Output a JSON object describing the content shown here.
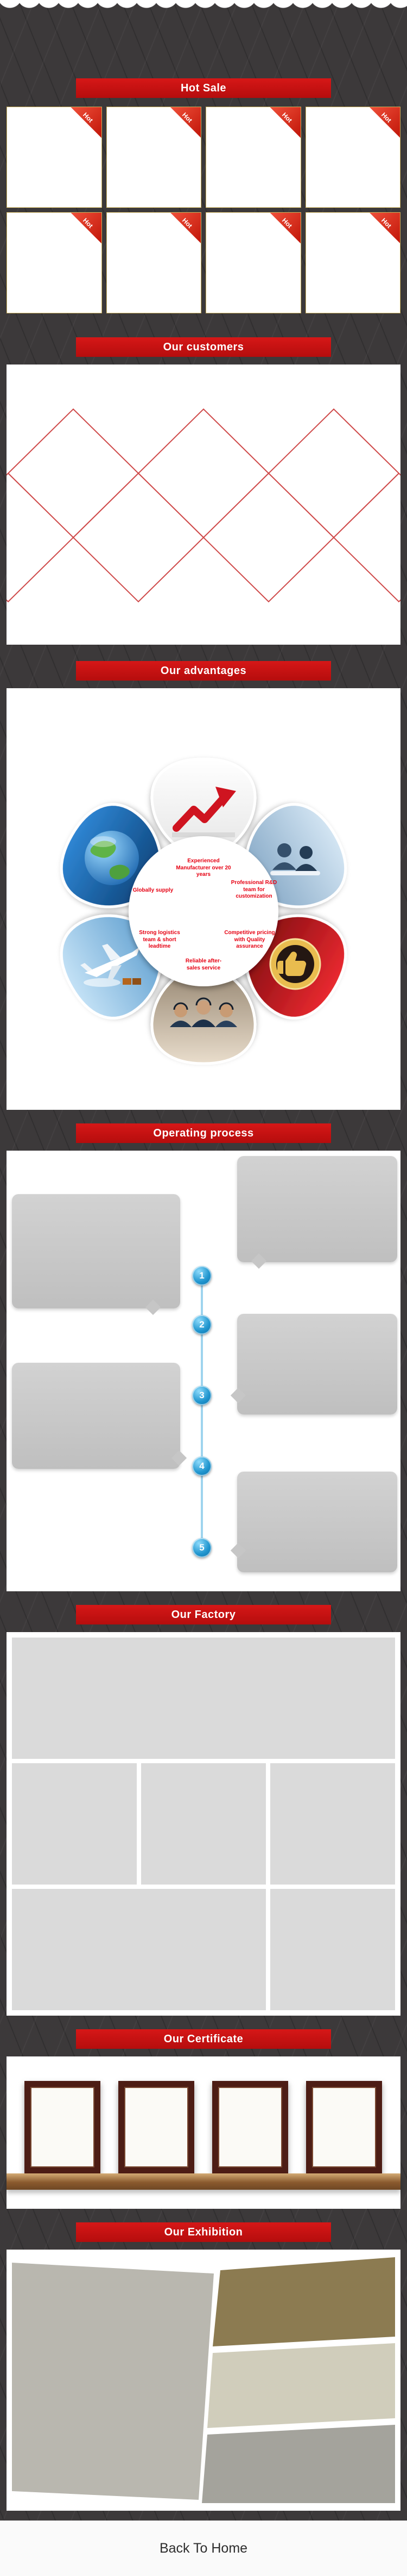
{
  "page": {
    "footer_link": "Back To Home"
  },
  "banners": {
    "hot_sale": "Hot Sale",
    "customers": "Our customers",
    "advantages": "Our advantages",
    "process": "Operating process",
    "factory": "Our Factory",
    "certificate": "Our Certificate",
    "exhibition": "Our Exhibition"
  },
  "hot_sale": {
    "ribbon_label": "Hot",
    "product_count": 8
  },
  "customers": {
    "diamond_count": 7
  },
  "advantages": {
    "labels": {
      "manufacturer": "Experienced Manufacturer over 20 years",
      "globally": "Globally supply",
      "rd_team": "Professional R&D team for customization",
      "logistics": "Strong logistics team & short leadtime",
      "pricing": "Competitive pricing with Quality assurance",
      "after_sales": "Reliable after-sales service"
    },
    "petals": [
      "growth-arrow-chart",
      "engineering-team-photo",
      "quality-thumbs-up-medal",
      "customer-service-team-photo",
      "air-freight-logistics-photo",
      "global-earth"
    ]
  },
  "process": {
    "steps": [
      "1",
      "2",
      "3",
      "4",
      "5"
    ]
  },
  "colors": {
    "background": "#3c393a",
    "banner_red": "#c41212",
    "ribbon_red": "#d8301f",
    "gold_border": "#cbb15c",
    "diamond_red": "#cf4a4a",
    "label_red": "#e60012",
    "timeline_blue": "#2196cf",
    "placeholder_gray": "#dadada",
    "shelf_brown": "#8a5a2e"
  }
}
